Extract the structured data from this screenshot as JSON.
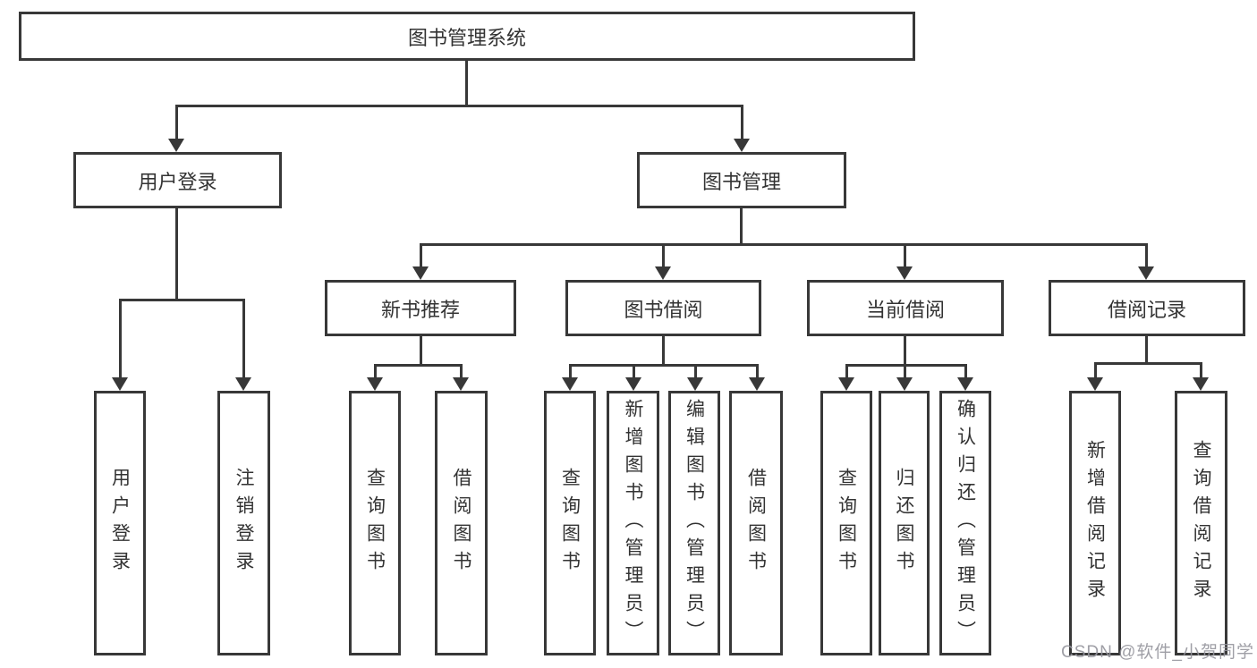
{
  "tree": {
    "root": {
      "label": "图书管理系统",
      "children": [
        {
          "label": "用户登录",
          "children": [
            {
              "label": "用户登录"
            },
            {
              "label": "注销登录"
            }
          ]
        },
        {
          "label": "图书管理",
          "children": [
            {
              "label": "新书推荐",
              "children": [
                {
                  "label": "查询图书"
                },
                {
                  "label": "借阅图书"
                }
              ]
            },
            {
              "label": "图书借阅",
              "children": [
                {
                  "label": "查询图书"
                },
                {
                  "label": "新增图书（管理员）"
                },
                {
                  "label": "编辑图书（管理员）"
                },
                {
                  "label": "借阅图书"
                }
              ]
            },
            {
              "label": "当前借阅",
              "children": [
                {
                  "label": "查询图书"
                },
                {
                  "label": "归还图书"
                },
                {
                  "label": "确认归还（管理员）"
                }
              ]
            },
            {
              "label": "借阅记录",
              "children": [
                {
                  "label": "新增借阅记录"
                },
                {
                  "label": "查询借阅记录"
                }
              ]
            }
          ]
        }
      ]
    }
  },
  "watermark": {
    "text": "CSDN @软件_小贺同学",
    "color": "#95959d"
  },
  "colors": {
    "line": "#383838",
    "text": "#333333",
    "background": "#ffffff"
  }
}
